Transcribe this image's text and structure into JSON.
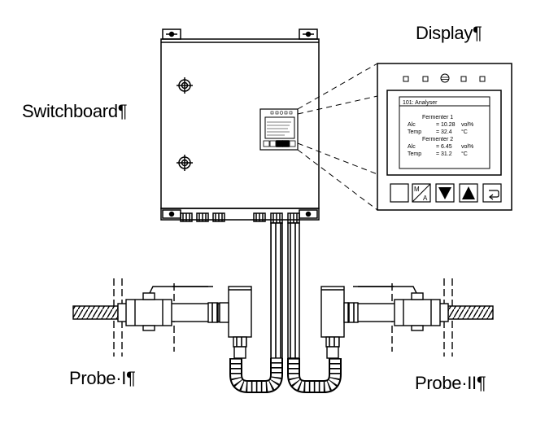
{
  "labels": {
    "display": "Display¶",
    "switchboard": "Switchboard¶",
    "probe1": "Probe·I¶",
    "probe2": "Probe·II¶"
  },
  "screen": {
    "header": "101: Analyser",
    "group1_title": "Fermenter 1",
    "group1_alc_label": "Alc",
    "group1_alc_value": "= 10.28",
    "group1_alc_unit": "vol%",
    "group1_temp_label": "Temp",
    "group1_temp_value": "= 32.4",
    "group1_temp_unit": "°C",
    "group2_title": "Fermenter 2",
    "group2_alc_label": "Alc",
    "group2_alc_value": "= 6.45",
    "group2_alc_unit": "vol%",
    "group2_temp_label": "Temp",
    "group2_temp_value": "= 31.2",
    "group2_temp_unit": "°C"
  },
  "keys": {
    "mode_m": "M",
    "mode_a": "A"
  },
  "colors": {
    "line": "#000000",
    "background": "#ffffff"
  }
}
